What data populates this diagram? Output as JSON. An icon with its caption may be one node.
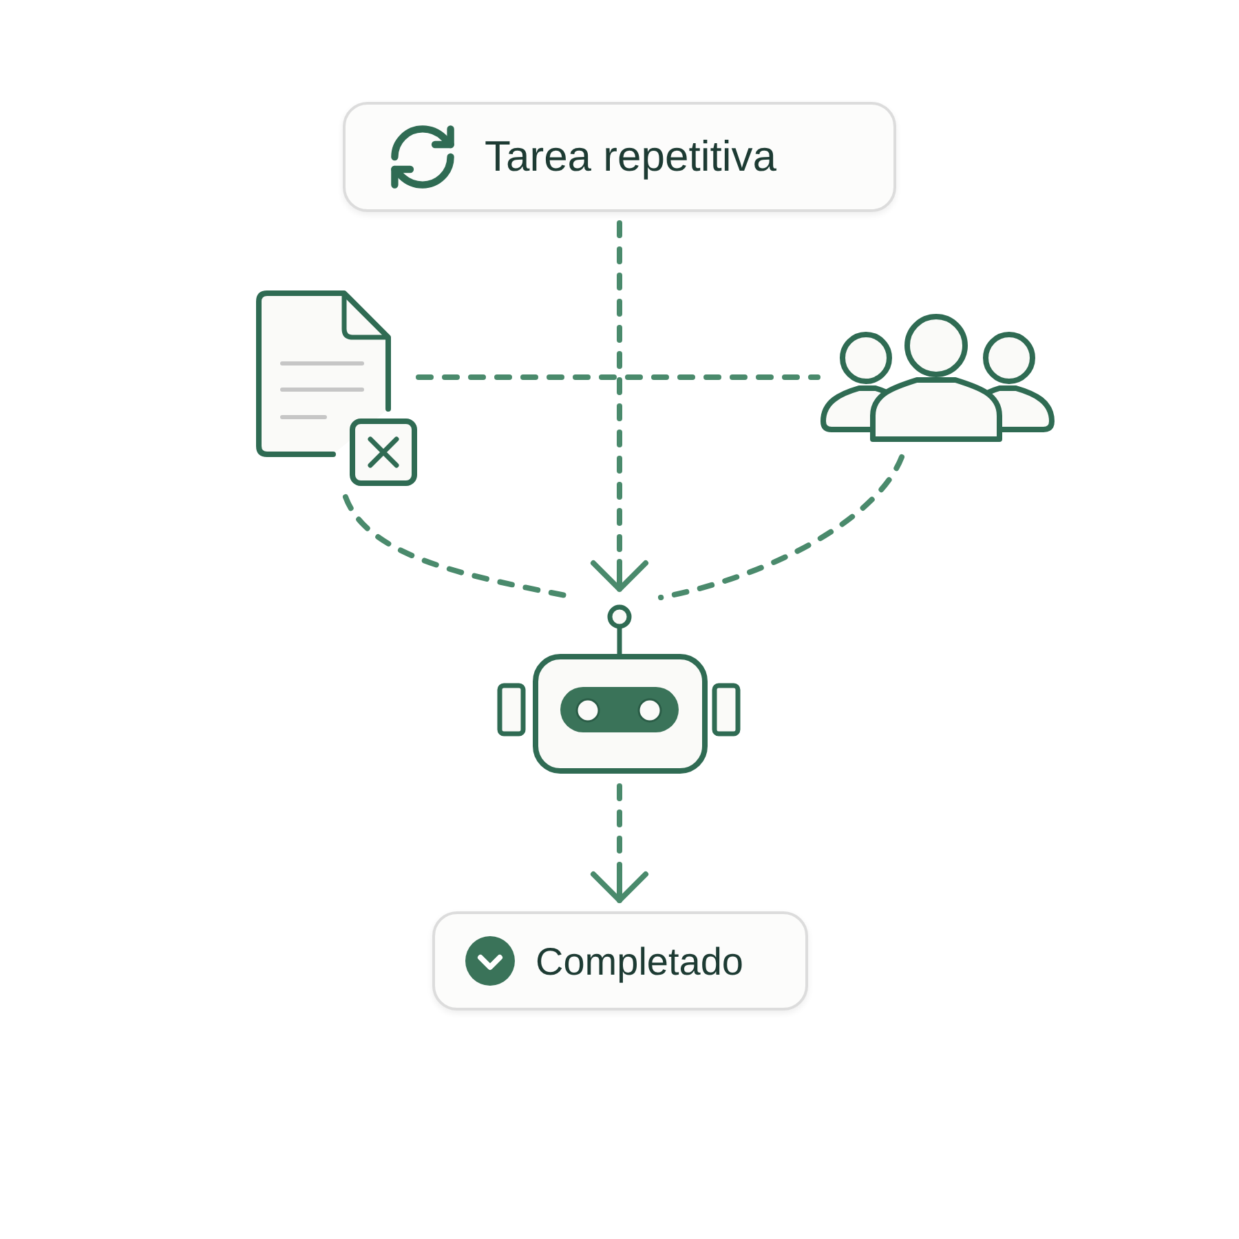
{
  "diagram": {
    "nodes": [
      {
        "text": [
          "Tarea repetitiva"
        ]
      },
      {
        "text": [],
        "shape": "picture"
      },
      {
        "text": [],
        "shape": "picture"
      },
      {
        "text": [],
        "shape": "picture"
      },
      {
        "text": [
          "Completado"
        ]
      }
    ],
    "edges": [
      {
        "from": 0,
        "to": 3,
        "arrow": "to",
        "style": "dashed"
      },
      {
        "from": 1,
        "to": 2,
        "arrow": "none",
        "style": "dashed"
      },
      {
        "from": 1,
        "to": 3,
        "arrow": "none",
        "style": "dashed"
      },
      {
        "from": 2,
        "to": 3,
        "arrow": "none",
        "style": "dashed"
      },
      {
        "from": 3,
        "to": 4,
        "arrow": "to",
        "style": "dashed"
      }
    ]
  }
}
